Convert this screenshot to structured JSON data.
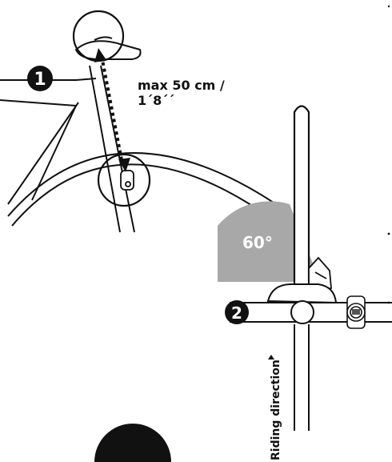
{
  "step1": {
    "number": "1"
  },
  "step2": {
    "number": "2"
  },
  "distance": {
    "line1": "max 50 cm /",
    "line2": "1´8´´"
  },
  "angle": {
    "label": "60°"
  },
  "direction": {
    "label": "Riding direction"
  },
  "colors": {
    "ink": "#111111",
    "angle_fill": "#a8a8a8",
    "badge": "#111111"
  }
}
